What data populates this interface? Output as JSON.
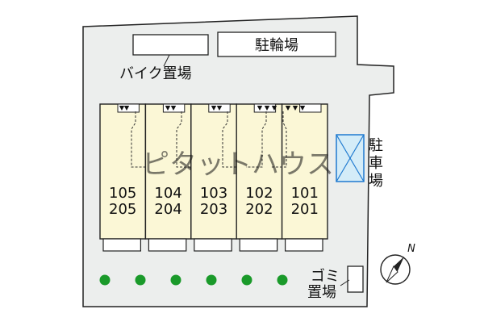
{
  "site_plan": {
    "labels": {
      "bicycle_parking": "駐輪場",
      "bike_parking": "バイク置場",
      "parking": "駐車場",
      "garbage_line1": "ゴミ",
      "garbage_line2": "置場",
      "north": "N",
      "watermark": "ピタットハウス"
    },
    "units": [
      {
        "upper": "105",
        "lower": "205"
      },
      {
        "upper": "104",
        "lower": "204"
      },
      {
        "upper": "103",
        "lower": "203"
      },
      {
        "upper": "102",
        "lower": "202"
      },
      {
        "upper": "101",
        "lower": "201"
      }
    ],
    "colors": {
      "ground": "#eceeed",
      "building": "#fbf7d6",
      "outline": "#222222",
      "tree": "#1a9a2a",
      "parking_fill": "#d4ecf8",
      "parking_stroke": "#1f7ad0"
    },
    "icons": {
      "entrance": "down-triangle-icon",
      "tree": "tree-icon",
      "compass": "compass-icon"
    }
  }
}
